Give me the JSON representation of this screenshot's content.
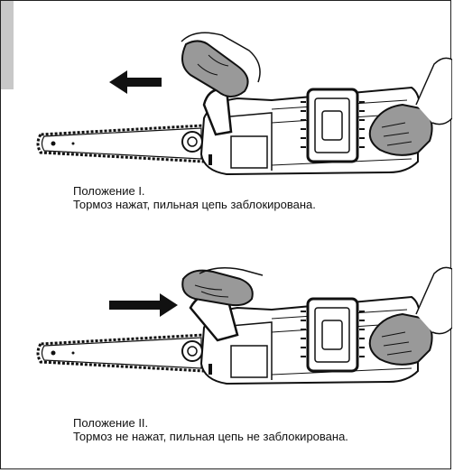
{
  "figure_1": {
    "position_title": "Положение I.",
    "description": "Тормоз нажат, пильная цепь заблокирована.",
    "arrow_direction": "left"
  },
  "figure_2": {
    "position_title": "Положение II.",
    "description": "Тормоз не нажат, пильная цепь не заблокирована.",
    "arrow_direction": "right"
  }
}
